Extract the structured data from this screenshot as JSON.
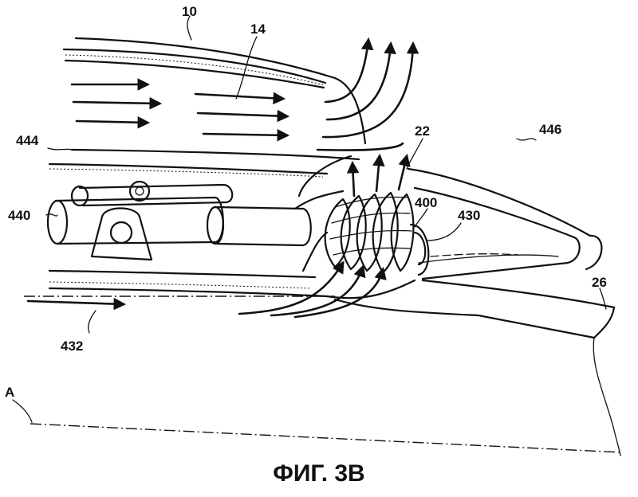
{
  "figure": {
    "caption": "ФИГ. 3В",
    "labels": {
      "l10": "10",
      "l14": "14",
      "l22": "22",
      "l26": "26",
      "l400": "400",
      "l430": "430",
      "l432": "432",
      "l440": "440",
      "l444": "444",
      "l446": "446",
      "lA": "A"
    }
  }
}
